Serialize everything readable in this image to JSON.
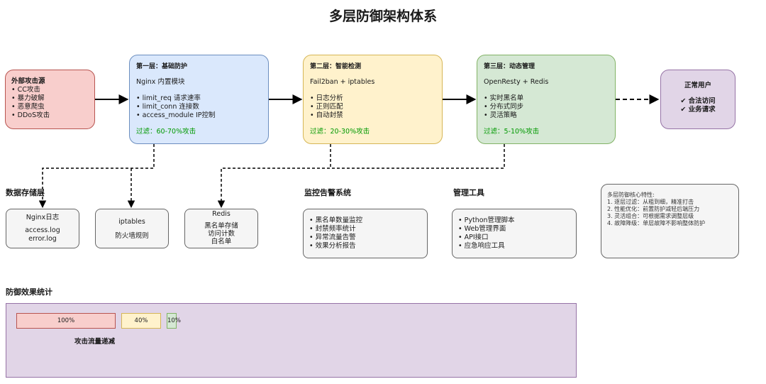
{
  "title": "多层防御架构体系",
  "attacker": {
    "title": "外部攻击源",
    "items": [
      "• CC攻击",
      "• 暴力破解",
      "• 恶意爬虫",
      "• DDoS攻击"
    ]
  },
  "layer1": {
    "title": "第一层：基础防护",
    "subtitle": "Nginx 内置模块",
    "items": [
      "• limit_req 请求速率",
      "• limit_conn 连接数",
      "• access_module IP控制"
    ],
    "filter": "过滤：60-70%攻击"
  },
  "layer2": {
    "title": "第二层：智能检测",
    "subtitle": "Fail2ban + iptables",
    "items": [
      "• 日志分析",
      "• 正则匹配",
      "• 自动封禁"
    ],
    "filter": "过滤：20-30%攻击"
  },
  "layer3": {
    "title": "第三层：动态管理",
    "subtitle": "OpenResty + Redis",
    "items": [
      "• 实时黑名单",
      "• 分布式同步",
      "• 灵活策略"
    ],
    "filter": "过滤：5-10%攻击"
  },
  "user": {
    "title": "正常用户",
    "items": [
      "✔ 合法访问",
      "✔ 业务请求"
    ]
  },
  "storage": {
    "title": "数据存储层",
    "nginx": [
      "Nginx日志",
      "",
      "access.log",
      "error.log"
    ],
    "iptables": [
      "iptables",
      "",
      "防火墙规则"
    ],
    "redis": [
      "Redis",
      "",
      "黑名单存储",
      "访问计数",
      "白名单"
    ]
  },
  "monitor": {
    "title": "监控告警系统",
    "items": [
      "• 黑名单数量监控",
      "• 封禁频率统计",
      "• 异常流量告警",
      "• 效果分析报告"
    ]
  },
  "tools": {
    "title": "管理工具",
    "items": [
      "• Python管理脚本",
      "• Web管理界面",
      "• API接口",
      "• 应急响应工具"
    ]
  },
  "features": {
    "title": "多层防御核心特性:",
    "items": [
      "1. 逐层过滤：从粗到细，精准打击",
      "2. 性能优化：前置防护减轻后端压力",
      "3. 灵活组合：可根据需求调整层级",
      "4. 故障降级：单层故障不影响整体防护"
    ]
  },
  "stats": {
    "title": "防御效果统计",
    "bars": [
      {
        "label": "100%",
        "value": 100,
        "color": "#f8cecc",
        "border": "#b85450"
      },
      {
        "label": "40%",
        "value": 40,
        "color": "#fff2cc",
        "border": "#d6b656"
      },
      {
        "label": "10%",
        "value": 10,
        "color": "#d5e8d4",
        "border": "#82b366"
      }
    ],
    "caption": "攻击流量递减"
  }
}
